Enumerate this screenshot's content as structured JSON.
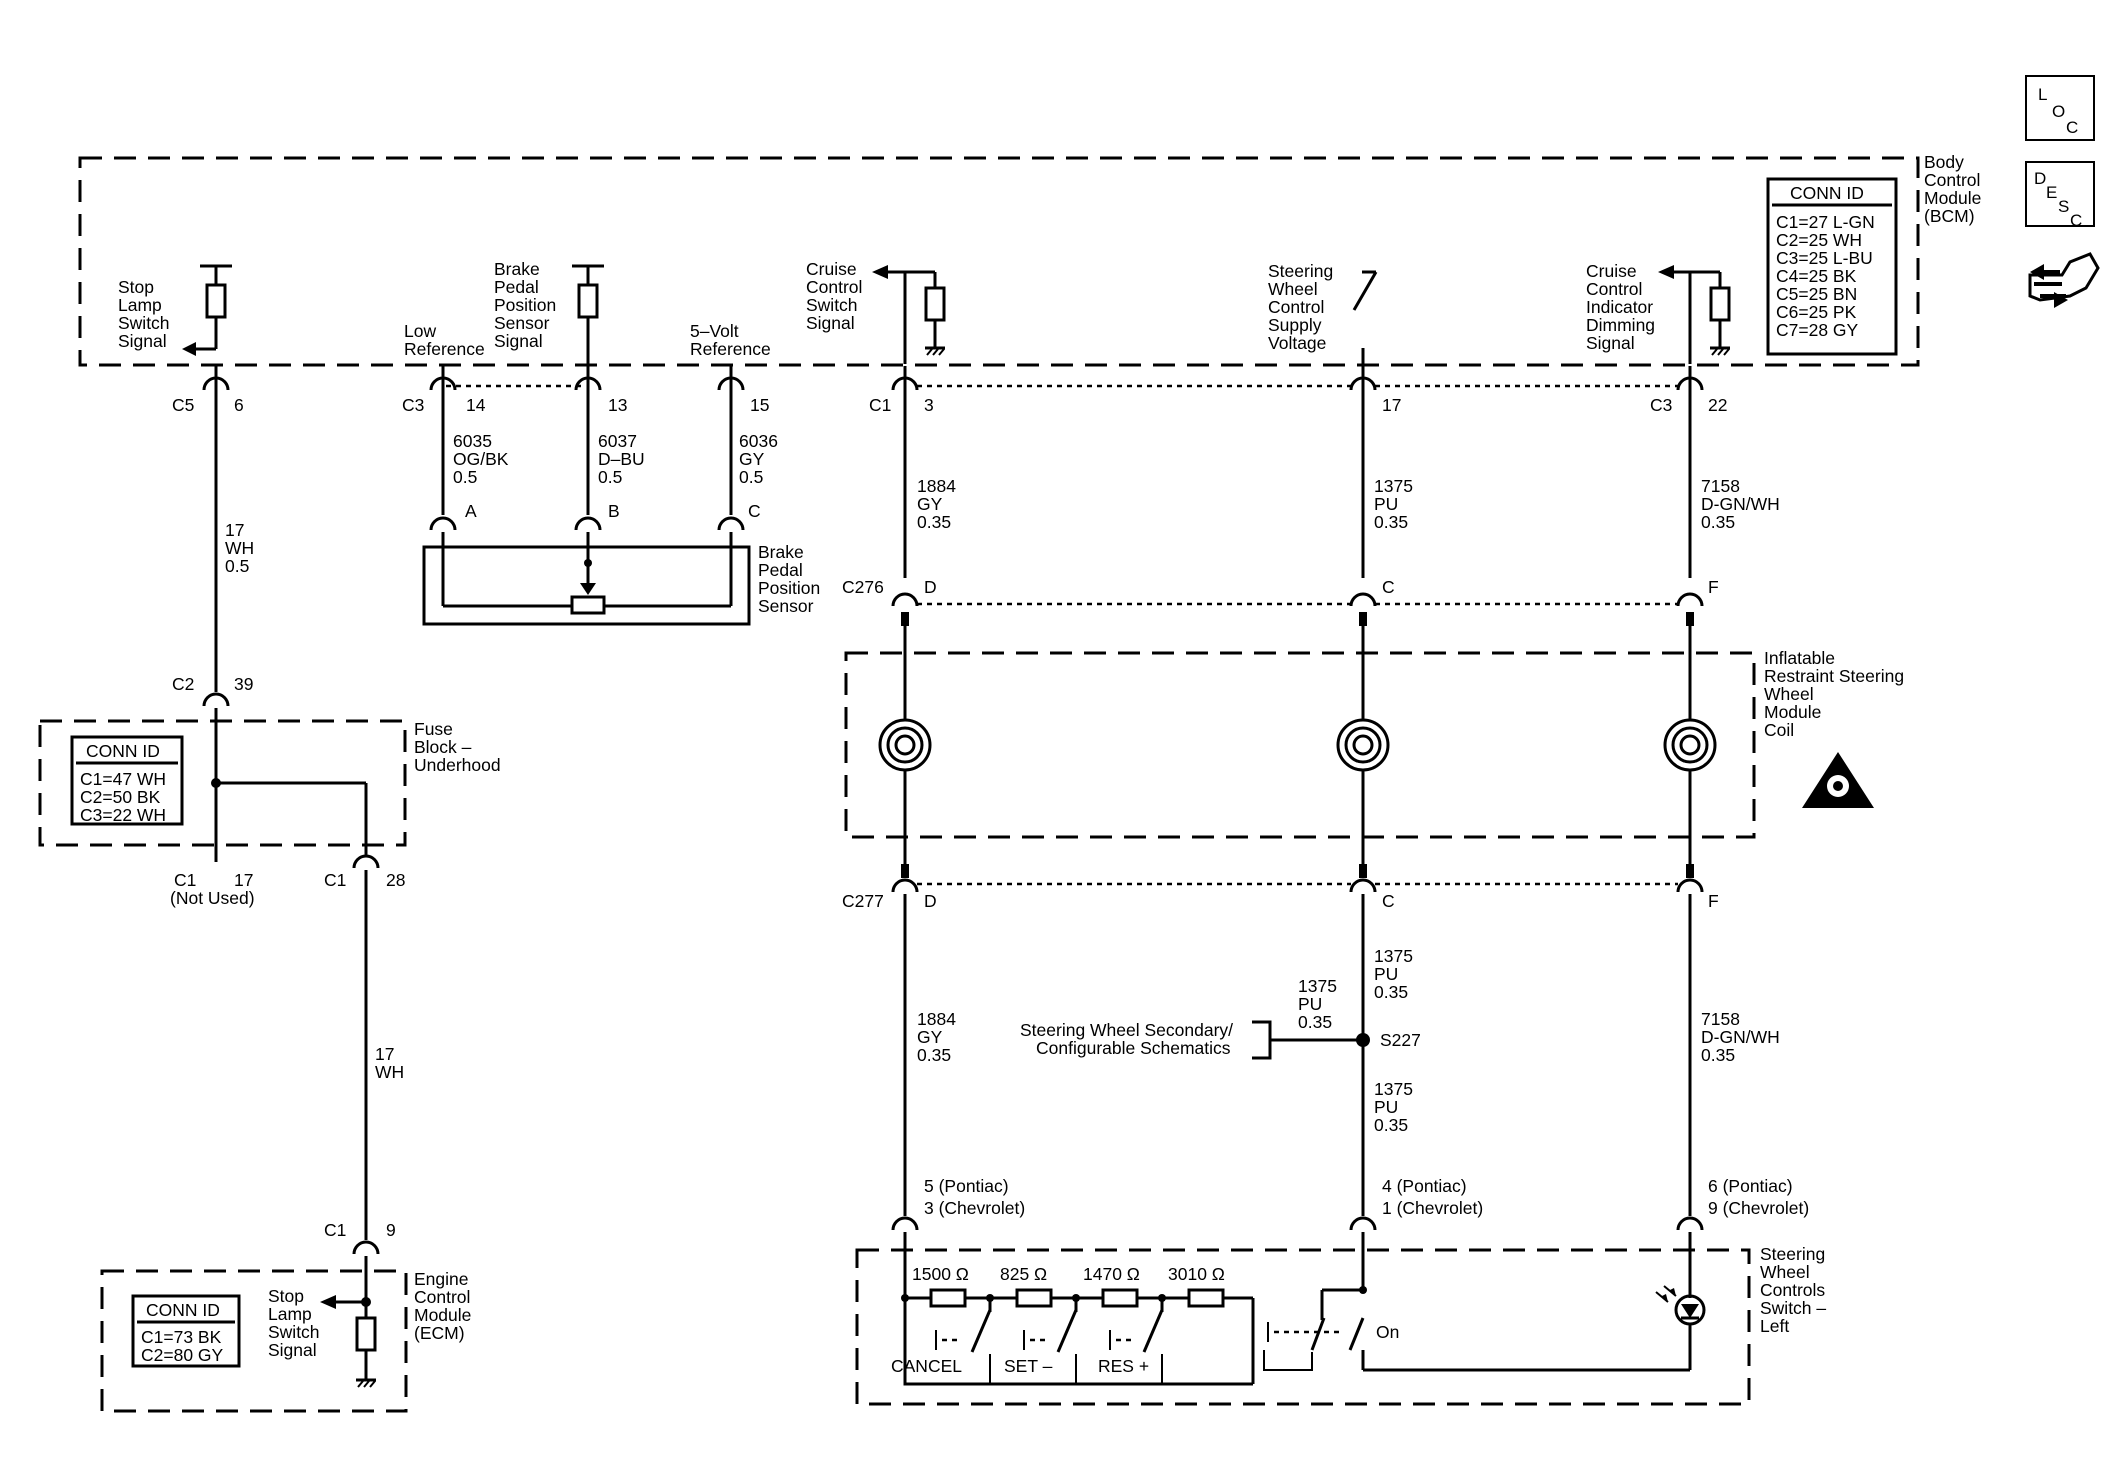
{
  "icons": {
    "loc": [
      "L",
      "O",
      "C"
    ],
    "desc": [
      "D",
      "E",
      "S",
      "C"
    ],
    "nav": "hand-pointer-icon"
  },
  "bcm": {
    "name": [
      "Body",
      "Control",
      "Module",
      "(BCM)"
    ],
    "conn_title": "CONN ID",
    "conn": [
      "C1=27 L-GN",
      "C2=25 WH",
      "C3=25 L-BU",
      "C4=25 BK",
      "C5=25 BN",
      "C6=25 PK",
      "C7=28 GY"
    ],
    "stop_lamp_signal": [
      "Stop",
      "Lamp",
      "Switch",
      "Signal"
    ],
    "low_reference": [
      "Low",
      "Reference"
    ],
    "brake_pedal_signal": [
      "Brake",
      "Pedal",
      "Position",
      "Sensor",
      "Signal"
    ],
    "five_volt_reference": [
      "5–Volt",
      "Reference"
    ],
    "cruise_switch_signal": [
      "Cruise",
      "Control",
      "Switch",
      "Signal"
    ],
    "steering_supply_voltage": [
      "Steering",
      "Wheel",
      "Control",
      "Supply",
      "Voltage"
    ],
    "cruise_dimming_signal": [
      "Cruise",
      "Control",
      "Indicator",
      "Dimming",
      "Signal"
    ]
  },
  "bcm_pins": {
    "c5": "C5",
    "pin6": "6",
    "c3a": "C3",
    "pin14": "14",
    "pin13": "13",
    "pin15": "15",
    "c1": "C1",
    "pin3": "3",
    "pin17": "17",
    "c3b": "C3",
    "pin22": "22"
  },
  "wires": {
    "w_stop_bcm": [
      "17",
      "WH",
      "0.5"
    ],
    "w_6035": [
      "6035",
      "OG/BK",
      "0.5"
    ],
    "w_6037": [
      "6037",
      "D–BU",
      "0.5"
    ],
    "w_6036": [
      "6036",
      "GY",
      "0.5"
    ],
    "w_1884a": [
      "1884",
      "GY",
      "0.35"
    ],
    "w_1375a": [
      "1375",
      "PU",
      "0.35"
    ],
    "w_7158a": [
      "7158",
      "D-GN/WH",
      "0.35"
    ],
    "w_1884b": [
      "1884",
      "GY",
      "0.35"
    ],
    "w_1375b": [
      "1375",
      "PU",
      "0.35"
    ],
    "w_1375c": [
      "1375",
      "PU",
      "0.35"
    ],
    "w_1375d": [
      "1375",
      "PU",
      "0.35"
    ],
    "w_7158b": [
      "7158",
      "D-GN/WH",
      "0.35"
    ],
    "w_stop_ecm": [
      "17",
      "WH"
    ]
  },
  "brake_sensor": {
    "name": [
      "Brake",
      "Pedal",
      "Position",
      "Sensor"
    ],
    "pin_a": "A",
    "pin_b": "B",
    "pin_c": "C"
  },
  "c276": {
    "name": "C276",
    "d": "D",
    "c": "C",
    "f": "F"
  },
  "coil": {
    "name": [
      "Inflatable",
      "Restraint Steering",
      "Wheel",
      "Module",
      "Coil"
    ],
    "warning": "airbag-warning-icon"
  },
  "c277": {
    "name": "C277",
    "d": "D",
    "c": "C",
    "f": "F"
  },
  "splice": {
    "name": "S227",
    "ref": [
      "Steering Wheel Secondary/",
      "Configurable Schematics"
    ]
  },
  "switch_pins": {
    "left": [
      "5 (Pontiac)",
      "3 (Chevrolet)"
    ],
    "mid": [
      "4 (Pontiac)",
      "1 (Chevrolet)"
    ],
    "right": [
      "6 (Pontiac)",
      "9 (Chevrolet)"
    ]
  },
  "switch_module": {
    "name": [
      "Steering",
      "Wheel",
      "Controls",
      "Switch –",
      "Left"
    ],
    "resistors": [
      "1500 Ω",
      "825 Ω",
      "1470 Ω",
      "3010 Ω"
    ],
    "cancel": "CANCEL",
    "set": "SET –",
    "res": "RES +",
    "on": "On"
  },
  "fuse_block": {
    "name": [
      "Fuse",
      "Block –",
      "Underhood"
    ],
    "conn_title": "CONN ID",
    "conn": [
      "C1=47 WH",
      "C2=50 BK",
      "C3=22 WH"
    ],
    "c2": "C2",
    "pin39": "39",
    "c1a": "C1",
    "pin17": "17",
    "not_used": "(Not Used)",
    "c1b": "C1",
    "pin28": "28"
  },
  "ecm": {
    "name": [
      "Engine",
      "Control",
      "Module",
      "(ECM)"
    ],
    "conn_title": "CONN ID",
    "conn": [
      "C1=73 BK",
      "C2=80 GY"
    ],
    "stop_signal": [
      "Stop",
      "Lamp",
      "Switch",
      "Signal"
    ],
    "c1": "C1",
    "pin9": "9"
  }
}
